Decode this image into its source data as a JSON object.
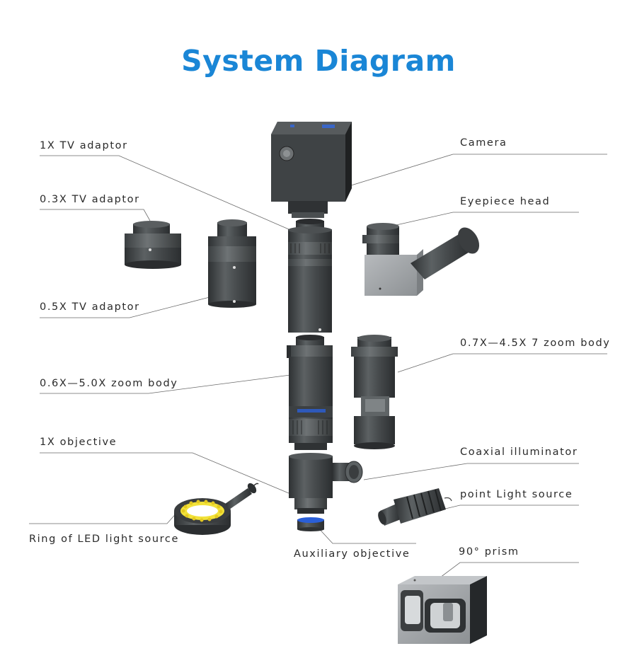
{
  "title": "System Diagram",
  "components": {
    "tv_adaptor_1x": "1X TV adaptor",
    "tv_adaptor_03x": "0.3X TV adaptor",
    "tv_adaptor_05x": "0.5X TV adaptor",
    "zoom_body_06_50": "0.6X—5.0X zoom body",
    "objective_1x": "1X objective",
    "ring_led": "Ring of LED light source",
    "camera": "Camera",
    "eyepiece_head": "Eyepiece head",
    "zoom_body_07_45": "0.7X—4.5X 7 zoom body",
    "coaxial_illuminator": "Coaxial illuminator",
    "point_light": "point Light source",
    "aux_objective": "Auxiliary objective",
    "prism_90": "90° prism"
  },
  "colors": {
    "title": "#1a86d6",
    "body_dark": "#3e4244",
    "body_mid": "#55595b",
    "body_light": "#8a8e90",
    "prism_gray": "#a6aaad",
    "led_yellow": "#f2e23a",
    "blue_mark": "#2a5fd8"
  }
}
